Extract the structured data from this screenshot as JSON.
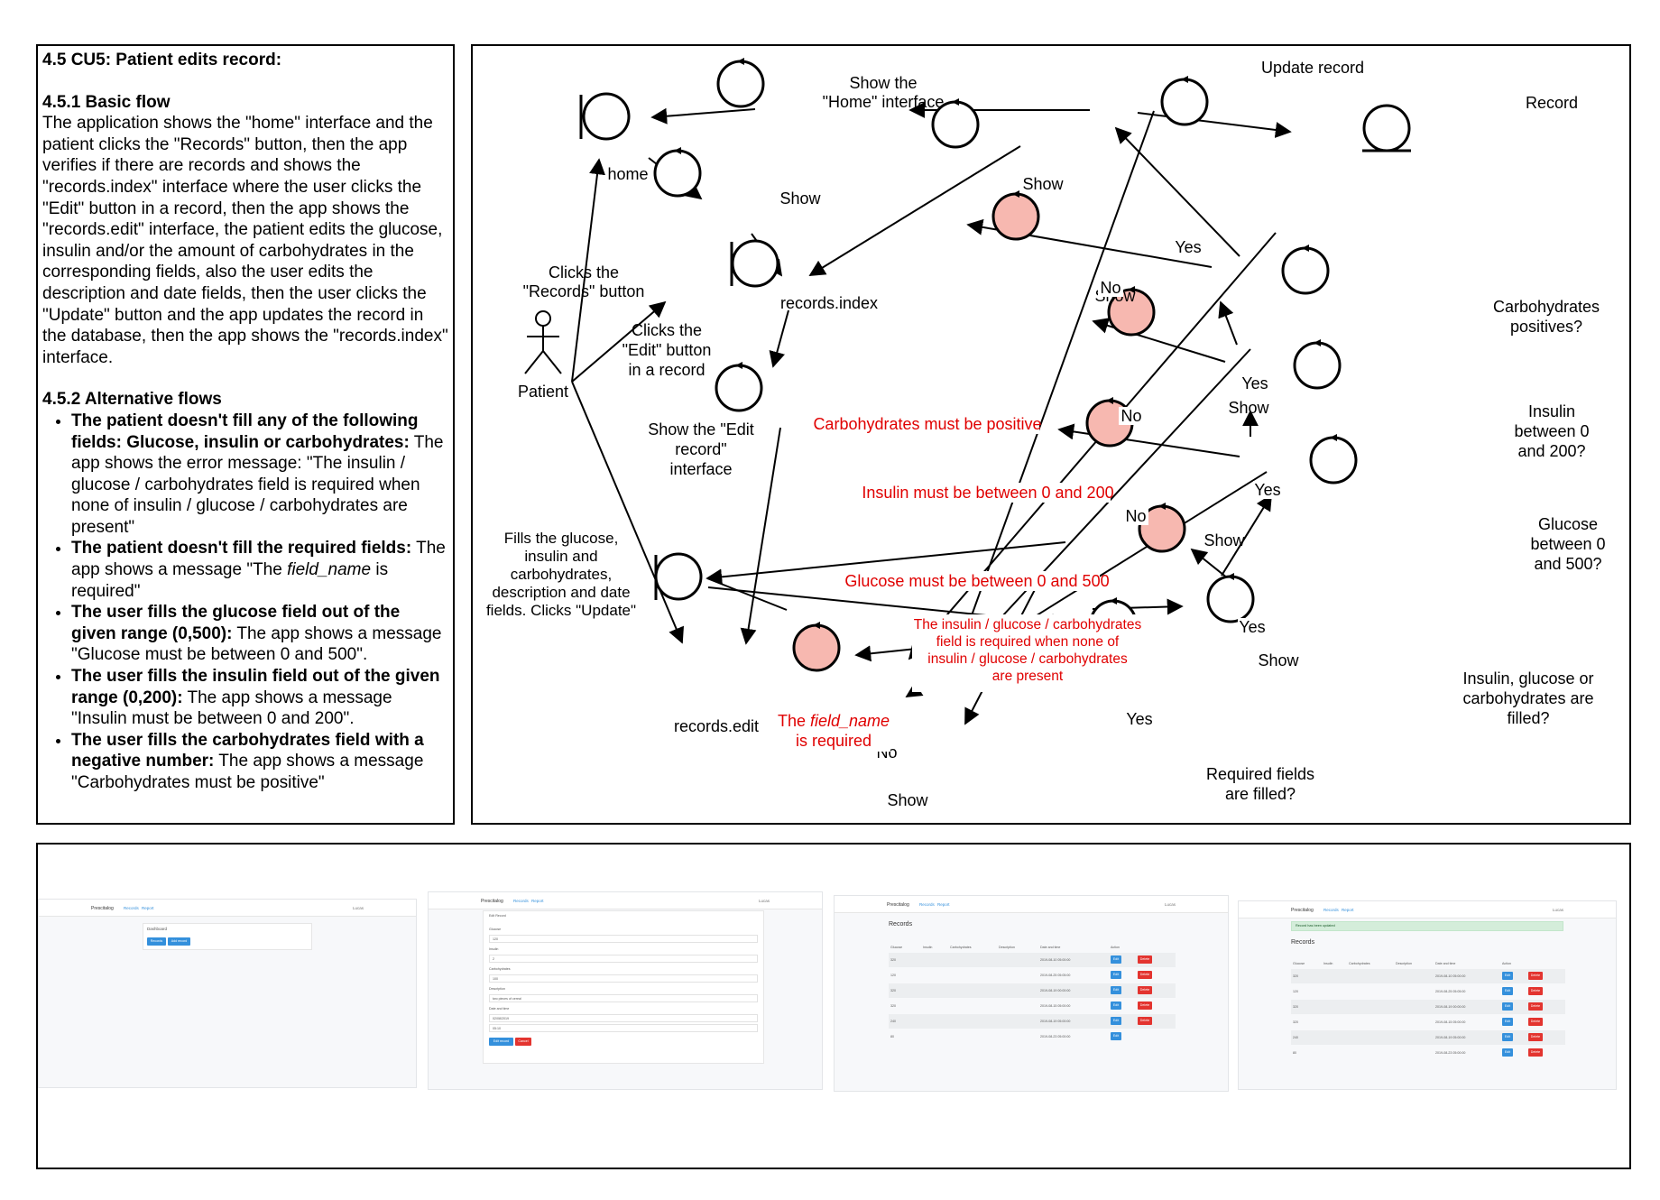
{
  "text_panel": {
    "title": "4.5 CU5: Patient edits record:",
    "basic_flow_heading": "4.5.1 Basic flow",
    "basic_flow_text": "The application shows the \"home\" interface and the patient clicks the \"Records\" button, then the app verifies if there are records and shows the \"records.index\" interface where the user clicks the \"Edit\" button in a record, then the app shows the \"records.edit\" interface, the patient edits the glucose, insulin and/or the amount of carbohydrates in the corresponding fields, also the user edits the description and date fields, then the user clicks the \"Update\" button and the app updates the record in the database, then the app shows the \"records.index\" interface.",
    "alt_flows_heading": "4.5.2 Alternative flows",
    "alt_flows": [
      {
        "bold": "The patient doesn't fill any of the following fields: Glucose, insulin or carbohydrates:",
        "pre": " The app shows the error message: \"The insulin / glucose / carbohydrates field is required when none of insulin / glucose / carbohydrates are present\"",
        "italic": "",
        "post": ""
      },
      {
        "bold": "The patient doesn't fill the required fields:",
        "pre": " The app shows a message \"The ",
        "italic": "field_name",
        "post": " is required\""
      },
      {
        "bold": "The user fills the glucose field out of the given range (0,500):",
        "pre": " The app shows a message \"Glucose must be between 0 and 500\".",
        "italic": "",
        "post": ""
      },
      {
        "bold": "The user fills the insulin field out of the given range (0,200):",
        "pre": " The app shows a message \"Insulin must be between 0 and 200\".",
        "italic": "",
        "post": ""
      },
      {
        "bold": "The user fills the carbohydrates field with a negative number:",
        "pre": " The app shows a message \"Carbohydrates must be positive\"",
        "italic": "",
        "post": ""
      }
    ]
  },
  "diagram": {
    "colors": {
      "line": "#000000",
      "error_fill": "#f7b8b0",
      "error_text": "#e00000",
      "node_fill": "#ffffff"
    },
    "actor_label": "Patient",
    "nodes": {
      "home": "home",
      "show_home_line1": "Show the",
      "show_home_line2": "\"Home\" interface",
      "show1": "Show",
      "records_index": "records.index",
      "show_edit_line1": "Show the \"Edit",
      "show_edit_line2": "record\"",
      "show_edit_line3": "interface",
      "records_edit": "records.edit",
      "update_record": "Update record",
      "record": "Record",
      "show_top": "Show",
      "show_carb_err": "Show",
      "show_ins_err": "Show",
      "show_glu_err": "Show",
      "show_any_err": "Show",
      "show_req_err": "Show",
      "carbs_q_line1": "Carbohydrates",
      "carbs_q_line2": "positives?",
      "insulin_q_line1": "Insulin",
      "insulin_q_line2": "between 0",
      "insulin_q_line3": "and 200?",
      "glucose_q_line1": "Glucose",
      "glucose_q_line2": "between 0",
      "glucose_q_line3": "and 500?",
      "filled_q_line1": "Insulin, glucose or",
      "filled_q_line2": "carbohydrates are",
      "filled_q_line3": "filled?",
      "required_q_line1": "Required fields",
      "required_q_line2": "are filled?"
    },
    "edge_labels": {
      "clicks_records_line1": "Clicks the",
      "clicks_records_line2": "\"Records\" button",
      "clicks_edit_line1": "Clicks the",
      "clicks_edit_line2": "\"Edit\" button",
      "clicks_edit_line3": "in a record",
      "fills_line1": "Fills the glucose,",
      "fills_line2": "insulin and",
      "fills_line3": "carbohydrates,",
      "fills_line4": "description and date",
      "fills_line5": "fields. Clicks \"Update\"",
      "yes": "Yes",
      "no": "No"
    },
    "error_messages": {
      "carbs": "Carbohydrates must be positive",
      "insulin": "Insulin must be between 0 and 200",
      "glucose": "Glucose must be between 0 and 500",
      "any_line1": "The insulin / glucose / carbohydrates",
      "any_line2": "field is required when none of",
      "any_line3": "insulin / glucose / carbohydrates",
      "any_line4": "are present",
      "req_pre": "The ",
      "req_italic": "field_name",
      "req_line2": "is required"
    }
  },
  "screenshots": {
    "brand": "Prescitalog",
    "nav_records": "Records",
    "nav_report": "Report",
    "user": "Lucas",
    "dashboard": {
      "title": "Dashboard",
      "btn_records": "Records",
      "btn_add": "Add record"
    },
    "edit_form": {
      "title": "Edit Record",
      "fields": [
        {
          "label": "Glucose",
          "value": "120"
        },
        {
          "label": "Insulin",
          "value": "2"
        },
        {
          "label": "Carbohydrates",
          "value": "100"
        },
        {
          "label": "Description",
          "value": "two pieces of cereal"
        },
        {
          "label": "Date and time",
          "value": "02/08/2019"
        }
      ],
      "time_value": "05:10",
      "btn_submit": "Edit record",
      "btn_cancel": "Cancel"
    },
    "records_table": {
      "title": "Records",
      "headers": [
        "Glucose",
        "Insulin",
        "Carbohydrates",
        "Description",
        "Date and time",
        "Action"
      ],
      "btn_edit": "Edit",
      "btn_delete": "Delete",
      "rows": [
        {
          "glucose": "320",
          "date": "2019-08-10 05:00:00"
        },
        {
          "glucose": "120",
          "date": "2019-08-25 05:05:00"
        },
        {
          "glucose": "320",
          "date": "2019-08-19 00:00:00"
        },
        {
          "glucose": "320",
          "date": "2019-08-15 05:00:00"
        },
        {
          "glucose": "240",
          "date": "2019-08-19 05:00:00"
        },
        {
          "glucose": "80",
          "date": "2019-08-23 05:00:00"
        }
      ]
    },
    "updated": {
      "alert": "Record has been updated"
    }
  }
}
